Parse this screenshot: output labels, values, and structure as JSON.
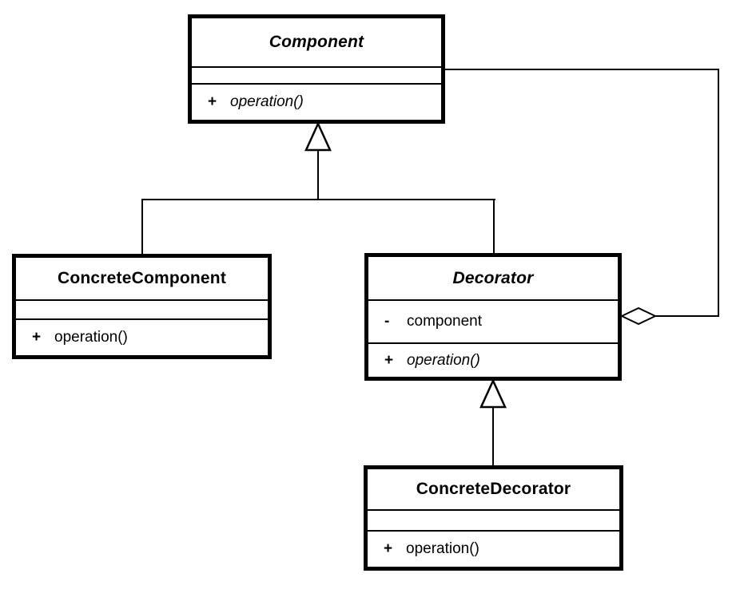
{
  "classes": {
    "component": {
      "title": "Component",
      "methods": [
        {
          "visibility": "+",
          "signature": "operation()"
        }
      ]
    },
    "concrete_component": {
      "title": "ConcreteComponent",
      "methods": [
        {
          "visibility": "+",
          "signature": "operation()"
        }
      ]
    },
    "decorator": {
      "title": "Decorator",
      "attributes": [
        {
          "visibility": "-",
          "name": "component"
        }
      ],
      "methods": [
        {
          "visibility": "+",
          "signature": "operation()"
        }
      ]
    },
    "concrete_decorator": {
      "title": "ConcreteDecorator",
      "methods": [
        {
          "visibility": "+",
          "signature": "operation()"
        }
      ]
    }
  },
  "relationships": [
    {
      "type": "generalization",
      "from": "ConcreteComponent",
      "to": "Component"
    },
    {
      "type": "generalization",
      "from": "Decorator",
      "to": "Component"
    },
    {
      "type": "generalization",
      "from": "ConcreteDecorator",
      "to": "Decorator"
    },
    {
      "type": "aggregation",
      "owner": "Decorator",
      "part": "Component"
    }
  ],
  "colors": {
    "line": "#000000",
    "box_fill": "#ffffff",
    "background": "#ffffff"
  }
}
